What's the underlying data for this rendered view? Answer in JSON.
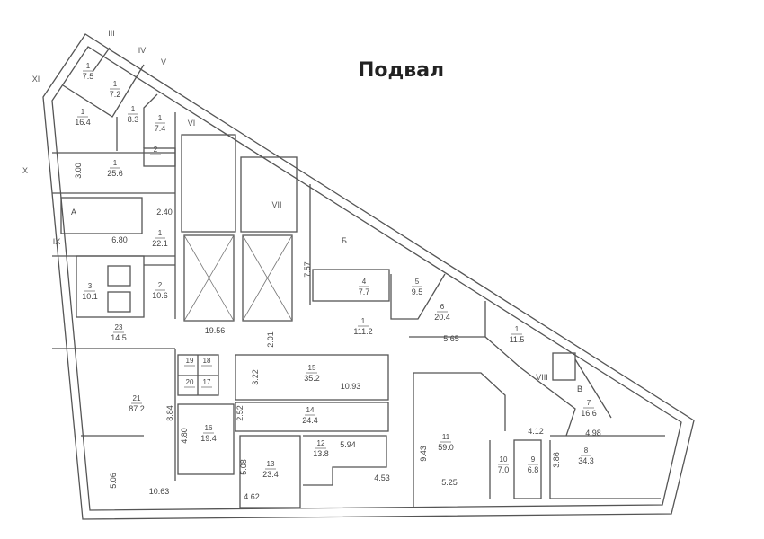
{
  "title": "Подвал",
  "rooms": [
    {
      "number": "1",
      "area": "7.5"
    },
    {
      "number": "1",
      "area": "7.2"
    },
    {
      "number": "1",
      "area": "16.4"
    },
    {
      "number": "1",
      "area": "8.3"
    },
    {
      "number": "1",
      "area": "7.4"
    },
    {
      "number": "2",
      "area": ""
    },
    {
      "number": "1",
      "area": "25.6"
    },
    {
      "number": "1",
      "area": "22.1"
    },
    {
      "number": "3",
      "area": "10.1"
    },
    {
      "number": "2",
      "area": "10.6"
    },
    {
      "number": "23",
      "area": "14.5"
    },
    {
      "number": "1",
      "area": "111.2"
    },
    {
      "number": "4",
      "area": "7.7"
    },
    {
      "number": "5",
      "area": "9.5"
    },
    {
      "number": "6",
      "area": "20.4"
    },
    {
      "number": "1",
      "area": "11.5"
    },
    {
      "number": "7",
      "area": "16.6"
    },
    {
      "number": "8",
      "area": "34.3"
    },
    {
      "number": "9",
      "area": "6.8"
    },
    {
      "number": "10",
      "area": "7.0"
    },
    {
      "number": "11",
      "area": "59.0"
    },
    {
      "number": "12",
      "area": "13.8"
    },
    {
      "number": "13",
      "area": "23.4"
    },
    {
      "number": "14",
      "area": "24.4"
    },
    {
      "number": "15",
      "area": "35.2"
    },
    {
      "number": "16",
      "area": "19.4"
    },
    {
      "number": "19",
      "area": ""
    },
    {
      "number": "18",
      "area": ""
    },
    {
      "number": "20",
      "area": ""
    },
    {
      "number": "17",
      "area": ""
    },
    {
      "number": "21",
      "area": "87.2"
    }
  ],
  "dimensions": [
    "3.00",
    "2.40",
    "6.80",
    "19.56",
    "2.01",
    "5.65",
    "4.98",
    "4.12",
    "3.86",
    "9.43",
    "5.25",
    "4.53",
    "5.94",
    "5.08",
    "4.62",
    "2.52",
    "3.22",
    "10.93",
    "4.80",
    "8.84",
    "5.06",
    "10.63",
    "7.57"
  ],
  "stairs": [
    "А",
    "Б",
    "В"
  ],
  "axes": [
    "III",
    "IV",
    "V",
    "VI",
    "VII",
    "VIII",
    "IX",
    "X",
    "XI"
  ]
}
